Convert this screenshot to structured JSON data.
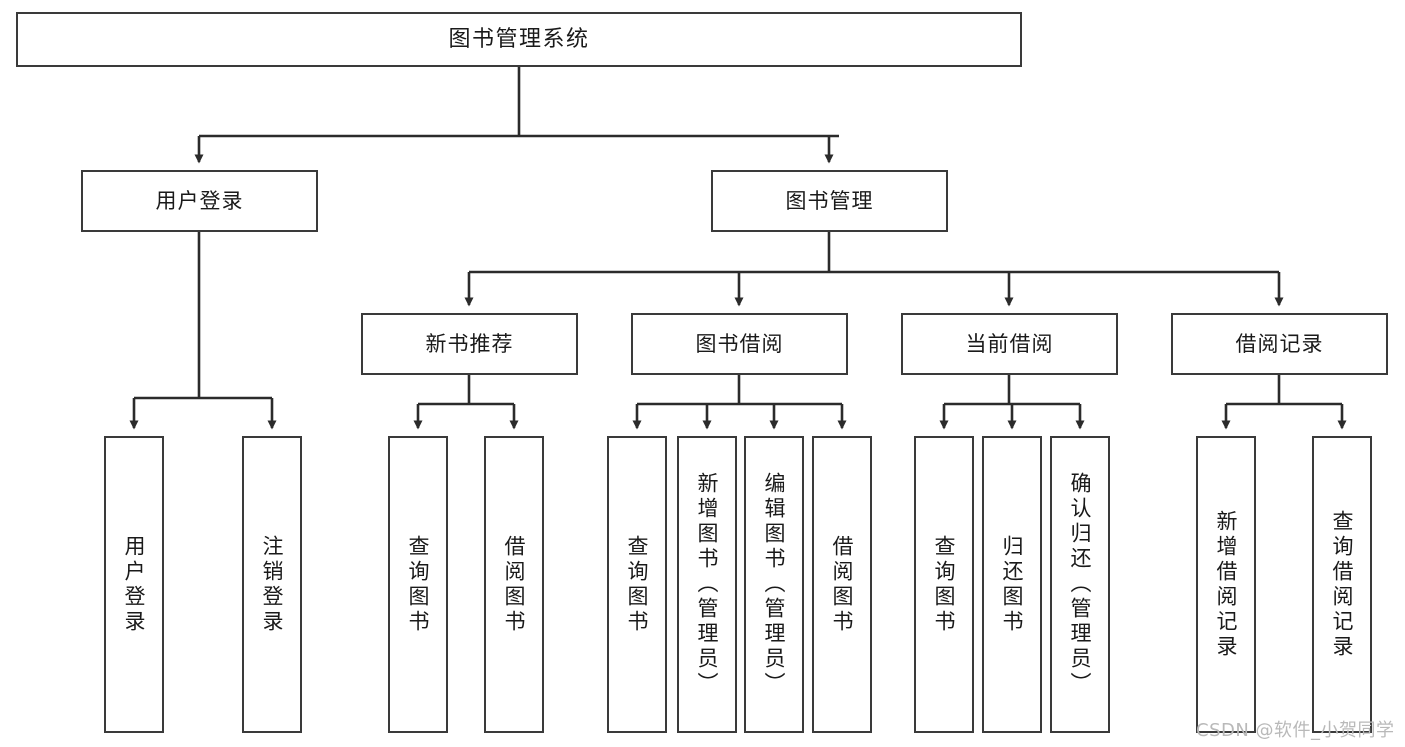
{
  "diagram": {
    "title": "图书管理系统",
    "watermark": "CSDN @软件_小贺同学",
    "colors": {
      "border": "#3a3a3a",
      "background": "#ffffff",
      "text": "#1a1a1a",
      "connector": "#2b2b2b",
      "watermark": "#b9b9b9"
    },
    "levels": {
      "root": {
        "label": "图书管理系统"
      },
      "level2": [
        {
          "label": "用户登录"
        },
        {
          "label": "图书管理"
        }
      ],
      "level3": [
        {
          "label": "新书推荐"
        },
        {
          "label": "图书借阅"
        },
        {
          "label": "当前借阅"
        },
        {
          "label": "借阅记录"
        }
      ],
      "leaves": {
        "user_login": [
          {
            "label": "用户登录"
          },
          {
            "label": "注销登录"
          }
        ],
        "new_book_recommend": [
          {
            "label": "查询图书"
          },
          {
            "label": "借阅图书"
          }
        ],
        "book_borrow": [
          {
            "label": "查询图书"
          },
          {
            "label": "新增图书（管理员）"
          },
          {
            "label": "编辑图书（管理员）"
          },
          {
            "label": "借阅图书"
          }
        ],
        "current_borrow": [
          {
            "label": "查询图书"
          },
          {
            "label": "归还图书"
          },
          {
            "label": "确认归还（管理员）"
          }
        ],
        "borrow_record": [
          {
            "label": "新增借阅记录"
          },
          {
            "label": "查询借阅记录"
          }
        ]
      }
    }
  }
}
